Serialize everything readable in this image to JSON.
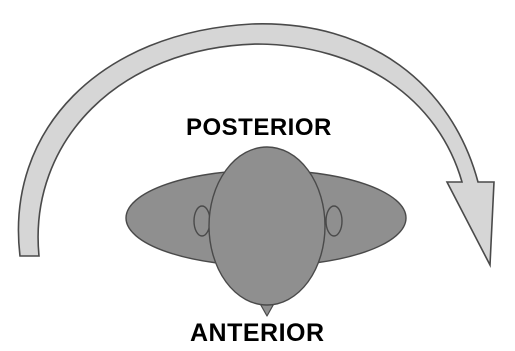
{
  "labels": {
    "top": "POSTERIOR",
    "bottom": "ANTERIOR"
  },
  "colors": {
    "arrow_fill": "#d6d6d6",
    "figure_fill": "#8f8f8f",
    "outline": "#4a4a4a"
  },
  "icons": {
    "arrow": "curved-arrow-clockwise",
    "figure": "head-top-view"
  }
}
